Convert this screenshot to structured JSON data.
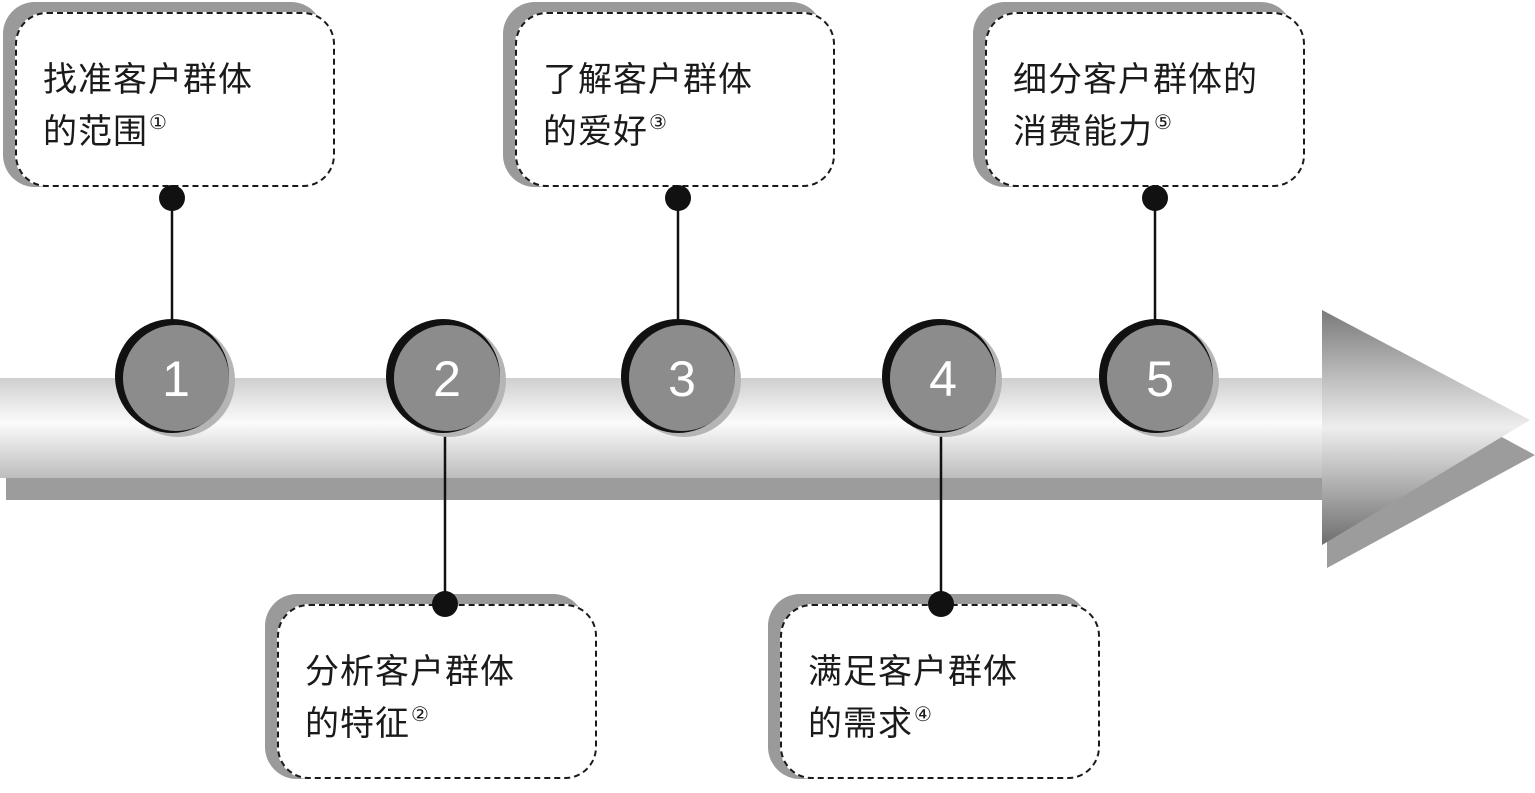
{
  "steps": [
    {
      "number": "1",
      "line1": "找准客户群体",
      "line2": "的范围",
      "mark": "①"
    },
    {
      "number": "2",
      "line1": "分析客户群体",
      "line2": "的特征",
      "mark": "②"
    },
    {
      "number": "3",
      "line1": "了解客户群体",
      "line2": "的爱好",
      "mark": "③"
    },
    {
      "number": "4",
      "line1": "满足客户群体",
      "line2": "的需求",
      "mark": "④"
    },
    {
      "number": "5",
      "line1": "细分客户群体的",
      "line2": "消费能力",
      "mark": "⑤"
    }
  ]
}
